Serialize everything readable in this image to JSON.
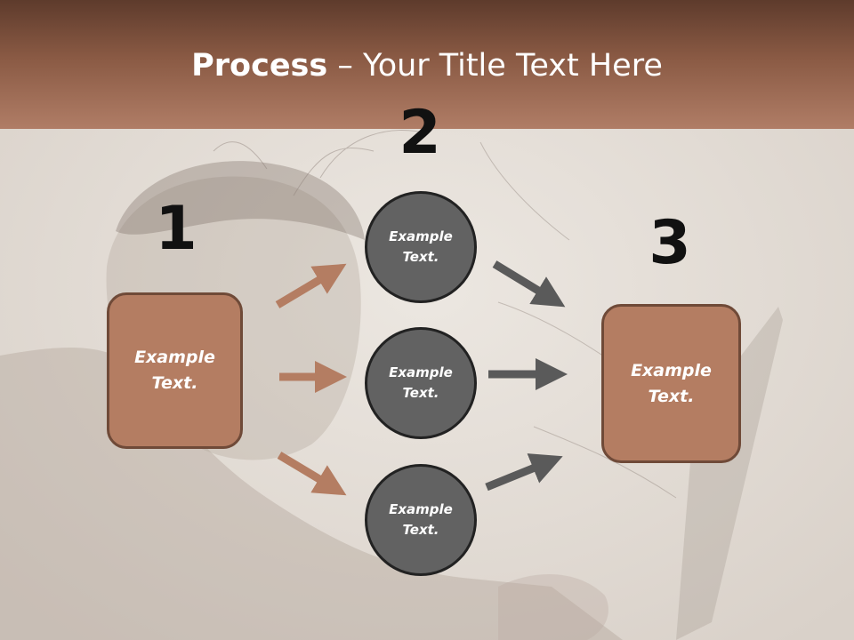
{
  "slide": {
    "title_bold": "Process",
    "title_rest": " – Your Title Text Here",
    "colors": {
      "header_dark": "#5e3b2c",
      "header_light": "#b07d66",
      "box_fill": "#b47d62",
      "circle_fill": "#626262",
      "arrow_brown": "#b47d62",
      "arrow_gray": "#5a5a5a"
    }
  },
  "steps": [
    {
      "number": "1",
      "label": "Example\nText."
    },
    {
      "number": "2",
      "label": ""
    },
    {
      "number": "3",
      "label": "Example\nText."
    }
  ],
  "circles": [
    {
      "label": "Example\nText."
    },
    {
      "label": "Example\nText."
    },
    {
      "label": "Example\nText."
    }
  ]
}
